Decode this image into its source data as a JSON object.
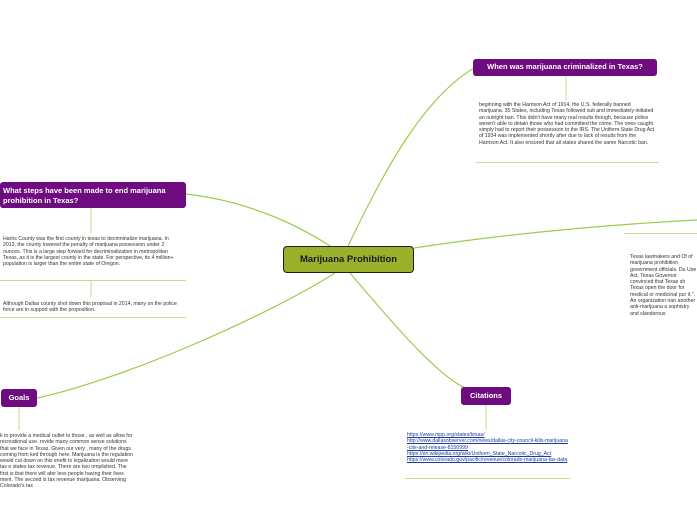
{
  "central": {
    "label": "Marijuana Prohibition"
  },
  "topics": {
    "criminalized": {
      "label": "When was marijuana criminalized in Texas?",
      "note": "beginning with the Harrison Act of 1914, the U.S. federally banned marijuana. 35 States, including Texas followed suit and immediately initiated an outright ban. This didn't have many real results though, because police weren't able to detain those who had committed the crime. The ones caught simply had to report their possession to the IRS. The Uniform State Drug Act of 1934 was implemented shortly after due to lack of results from the Harrison Act. It also ensured that all states shared the same Narcotic ban."
    },
    "steps": {
      "label": "What steps have been made to end marijuana prohibition in Texas?",
      "note1": "Harris County was the first county in texas to decriminalize marijuana. In 2013, the county lowered the penalty of marijuana possession under 2 ounces. This is a large step forward for decriminalization in metropolitan Texas, as it is the largest county in the state. For perspective, its 4 million+ population is larger than the entire state of Oregon.",
      "note2": "Although Dallas county shot down this proposal in 2014, many on the police force are in support with the proposition."
    },
    "goals": {
      "label": "Goals",
      "note": "k to provide a medical outlet to those , as well as allow for recreational use. rovide many common sense solutions that we face in Texas. Given our very , many of the drugs coming from ked through here. Marijuana is the regulation would cut down on this enefit to legalization would more tax e states tax revenue. There are two omplished. The first is that there will afer less people having their lives ment. The second is tax revenue marijuana. Observing Colorado's tax"
    },
    "citations": {
      "label": "Citations",
      "links": [
        "https://www.mpp.org/states/texas/",
        "http://www.dallasobserver.com/news/dallas-city-council-kills-marijuana-cite-and-release-8150999",
        "https://en.wikipedia.org/wiki/Uniform_State_Narcotic_Drug_Act",
        "https://www.colorado.gov/pacific/revenue/colorado-marijuana-tax-data"
      ]
    },
    "right": {
      "note": "Texas lawmakers and Of of marijuana prohibition government officials. Du Use Act, Texas Governor convinced that Texas sh Texas open the door for medical or medicinal pur it.\". An organization nan another anti-marijuana a sophistry and slanderous"
    }
  },
  "colors": {
    "topic_bg": "#6e0b7e",
    "central_bg": "#9ab12c",
    "branch": "#9ccc4a",
    "link_text": "#1a3c9e"
  }
}
